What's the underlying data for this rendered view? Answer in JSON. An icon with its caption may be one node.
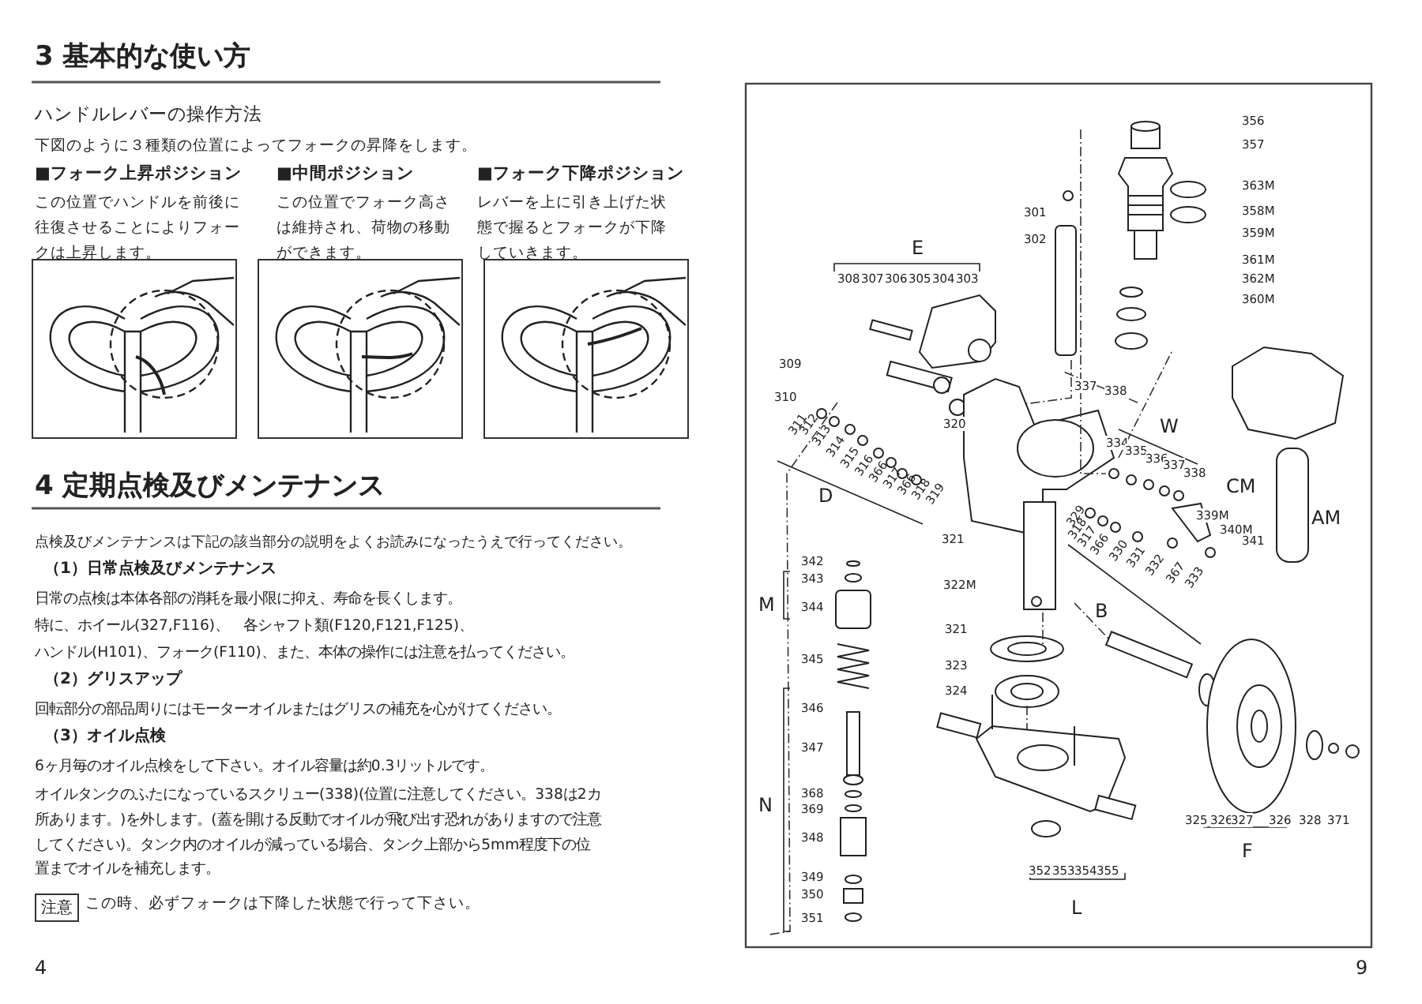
{
  "diagram": {
    "nodes": [
      {
        "text": [
          "注意"
        ]
      }
    ],
    "edges": [],
    "labels": [
      "3 基本的な使い方",
      "ハンドルレバーの操作方法",
      "下図のように３種類の位置によってフォークの昇降をします。",
      "■フォーク上昇ポジション",
      "この位置でハンドルを前後に往復させることによりフォークは上昇します。",
      "■中間ポジション",
      "この位置でフォーク高さは維持され、荷物の移動ができます。",
      "■フォーク下降ポジション",
      "レバーを上に引き上げた状態で握るとフォークが下降していきます。",
      "4 定期点検及びメンテナンス",
      "点検及びメンテナンスは下記の該当部分の説明をよくお読みになったうえで行ってください。",
      "（1）日常点検及びメンテナンス",
      "日常の点検は本体各部の消耗を最小限に抑え、寿命を長くします。",
      "特に、ホイール(327,F116)、　各シャフト類(F120,F121,F125)、",
      "ハンドル(H101)、フォーク(F110)、また、本体の操作には注意を払ってください。",
      "（2）グリスアップ",
      "回転部分の部品周りにはモーターオイルまたはグリスの補充を心がけてください。",
      "（3）オイル点検",
      "6ヶ月毎のオイル点検をして下さい。オイル容量は約0.3リットルです。",
      "オイルタンクのふたになっているスクリュー(338)(位置に注意してください。338は2カ所あります。)を外します。(蓋を開ける反動でオイルが飛び出す恐れがありますので注意してください)。タンク内のオイルが減っている場合、タンク上部から5mm程度下の位置までオイルを補充します。",
      "この時、必ずフォークは下降した状態で行って下さい。",
      "4",
      "356",
      "357",
      "363M",
      "358M",
      "359M",
      "361M",
      "362M",
      "360M",
      "301",
      "302",
      "E",
      "308",
      "307",
      "306",
      "305",
      "304",
      "303",
      "309",
      "310",
      "311",
      "312",
      "313",
      "314",
      "315",
      "316",
      "366",
      "317",
      "366",
      "318",
      "319",
      "D",
      "320",
      "337",
      "338",
      "W",
      "334",
      "335",
      "336",
      "337",
      "338",
      "CM",
      "AM",
      "321",
      "329",
      "318",
      "317",
      "366",
      "330",
      "331",
      "332",
      "367",
      "333",
      "339M",
      "340M",
      "341",
      "B",
      "342",
      "343",
      "M",
      "344",
      "322M",
      "321",
      "323",
      "345",
      "324",
      "346",
      "347",
      "368",
      "369",
      "N",
      "348",
      "349",
      "350",
      "351",
      "352",
      "353",
      "354",
      "355",
      "L",
      "325",
      "326",
      "327",
      "326",
      "328",
      "371",
      "F",
      "9"
    ]
  }
}
